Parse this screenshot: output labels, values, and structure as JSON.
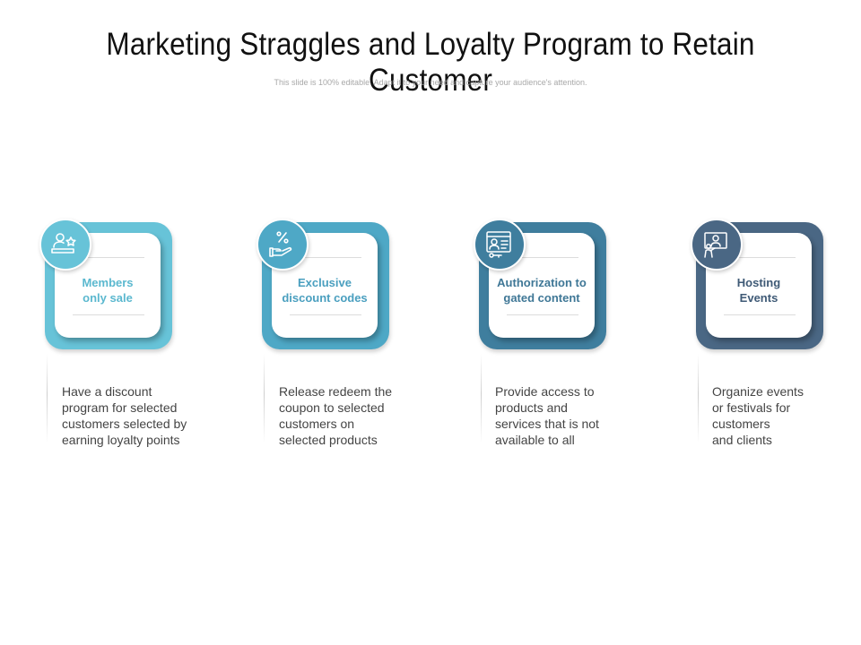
{
  "title": "Marketing Straggles and Loyalty Program to Retain Customer",
  "subtitle": "This slide is 100% editable. Adapt it to your need and capture your audience's attention.",
  "items": [
    {
      "label": [
        "Members",
        "only sale"
      ],
      "icon": "member-star-icon",
      "color": "#67c3d8",
      "label_color": "#5bb8cf",
      "desc": [
        "Have a discount",
        "program for selected",
        "customers selected by",
        "earning loyalty points"
      ]
    },
    {
      "label": [
        "Exclusive",
        "discount codes"
      ],
      "icon": "percent-hand-icon",
      "color": "#4ea8c6",
      "label_color": "#4a9fbf",
      "desc": [
        "Release redeem the",
        "coupon to selected",
        "customers on",
        "selected products"
      ]
    },
    {
      "label": [
        "Authorization to",
        "gated content"
      ],
      "icon": "id-card-key-icon",
      "color": "#3f7e9e",
      "label_color": "#3f7796",
      "desc": [
        "Provide access to",
        "products and",
        "services that is not",
        "available to all"
      ]
    },
    {
      "label": [
        "Hosting",
        "Events"
      ],
      "icon": "presenter-board-icon",
      "color": "#4a6784",
      "label_color": "#3f5a76",
      "desc": [
        "Organize events",
        "or festivals for",
        "customers",
        "and clients"
      ]
    }
  ]
}
